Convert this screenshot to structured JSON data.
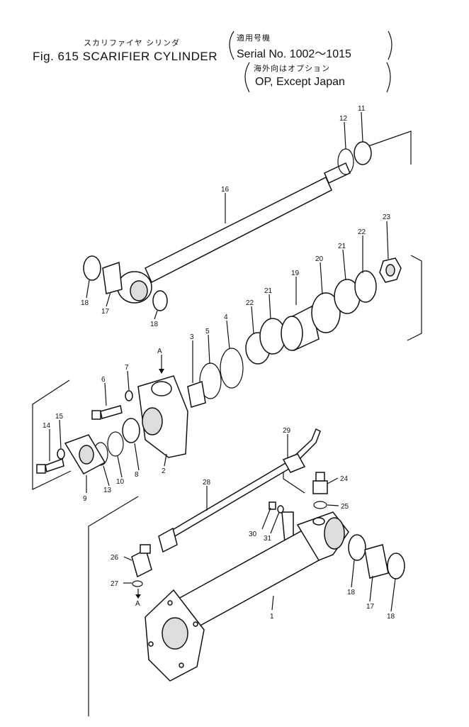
{
  "header": {
    "fig_jp": "スカリファイヤ シリンダ",
    "fig_title": "Fig. 615  SCARIFIER CYLINDER",
    "serial_jp": "適用号機",
    "serial": "Serial No. 1002～1015",
    "option_jp": "海外向はオプション",
    "option": "OP, Except Japan"
  },
  "callouts": [
    "1",
    "2",
    "3",
    "4",
    "5",
    "6",
    "7",
    "8",
    "9",
    "10",
    "11",
    "12",
    "13",
    "14",
    "15",
    "16",
    "17",
    "18",
    "19",
    "20",
    "21",
    "22",
    "23",
    "24",
    "25",
    "26",
    "27",
    "28",
    "29",
    "30",
    "31",
    "A"
  ],
  "colors": {
    "ink": "#111111",
    "paper": "#ffffff"
  }
}
